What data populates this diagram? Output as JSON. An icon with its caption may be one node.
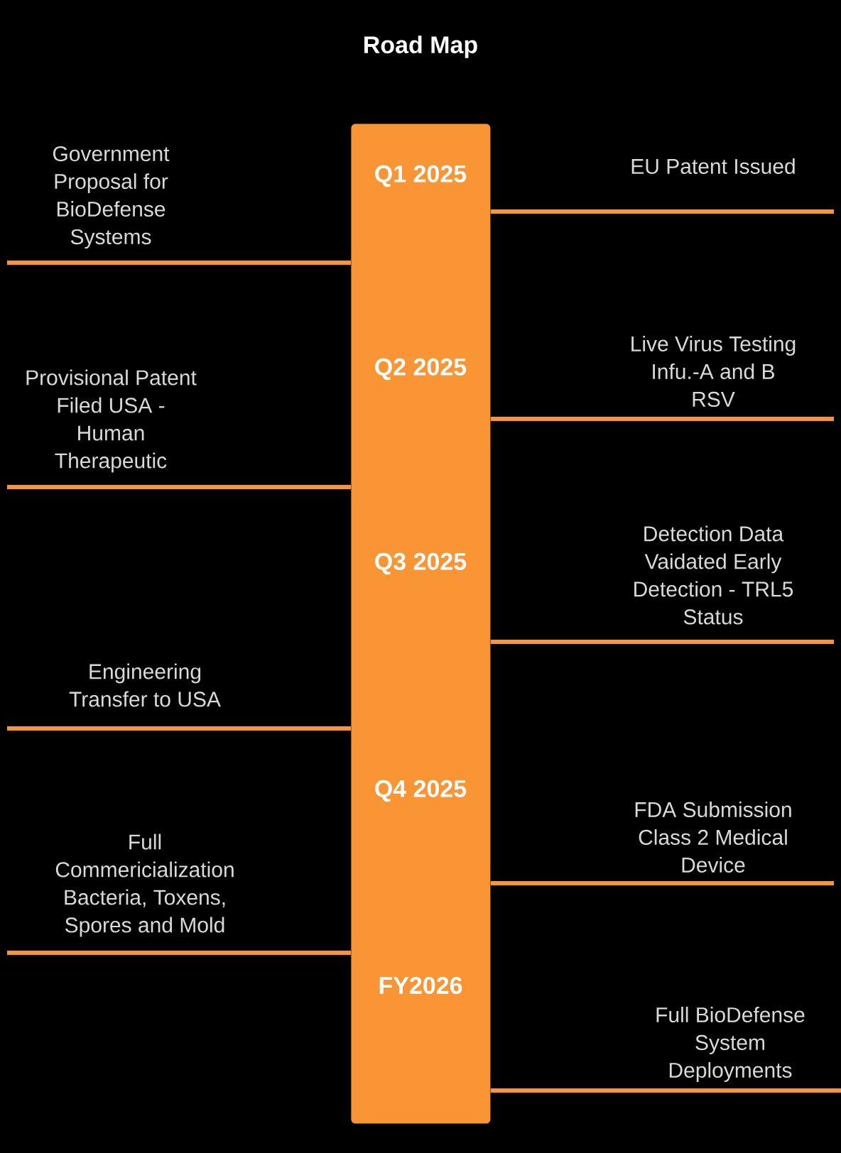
{
  "diagram": {
    "title": "Road Map",
    "nodes": [
      {
        "text": [
          "Q1 2025",
          "Q2 2025",
          "Q3 2025",
          "Q4 2025",
          "FY2026"
        ]
      },
      {
        "text": [
          "EU Patent Issued"
        ]
      },
      {
        "text": [
          "Government Proposal for BioDefense Systems"
        ]
      },
      {
        "text": [
          "Live Virus Testing Infu.-A and B RSV"
        ]
      },
      {
        "text": [
          "Provisional Patent Filed USA - Human Therapeutic"
        ]
      },
      {
        "text": [
          "Detection Data Vaidated Early Detection - TRL5 Status"
        ]
      },
      {
        "text": [
          "Engineering Transfer to USA"
        ]
      },
      {
        "text": [
          "FDA Submission Class 2 Medical Device"
        ]
      },
      {
        "text": [
          "Full Commericialization Bacteria, Toxens, Spores and Mold"
        ]
      },
      {
        "text": [
          "Full BioDefense System Deployments"
        ]
      }
    ],
    "edges": [
      {
        "from": 1,
        "to": 0,
        "arrow": "none"
      },
      {
        "from": 2,
        "to": 0,
        "arrow": "none"
      },
      {
        "from": 3,
        "to": 0,
        "arrow": "none"
      },
      {
        "from": 4,
        "to": 0,
        "arrow": "none"
      },
      {
        "from": 5,
        "to": 0,
        "arrow": "none"
      },
      {
        "from": 6,
        "to": 0,
        "arrow": "none"
      },
      {
        "from": 7,
        "to": 0,
        "arrow": "none"
      },
      {
        "from": 8,
        "to": 0,
        "arrow": "none"
      },
      {
        "from": 9,
        "to": 0,
        "arrow": "none"
      }
    ]
  }
}
